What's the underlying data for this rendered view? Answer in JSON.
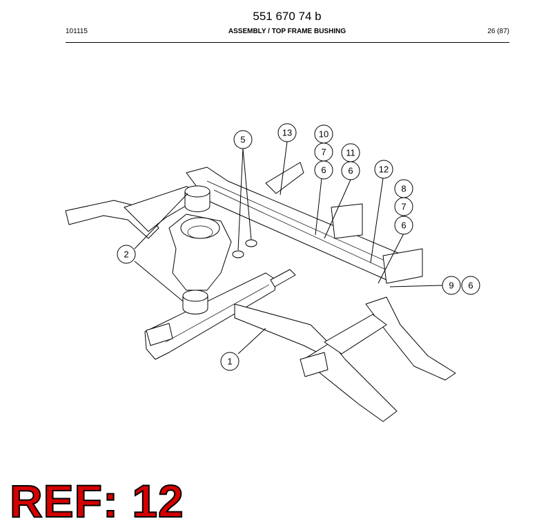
{
  "header": {
    "doc_number": "551 670 74 b",
    "date_code": "101115",
    "title": "ASSEMBLY / TOP FRAME BUSHING",
    "page": "26 (87)"
  },
  "callouts": [
    "13",
    "5",
    "10",
    "7",
    "6",
    "11",
    "6",
    "12",
    "8",
    "7",
    "6",
    "2",
    "9",
    "6",
    "1"
  ],
  "ref_label": "REF: 12"
}
